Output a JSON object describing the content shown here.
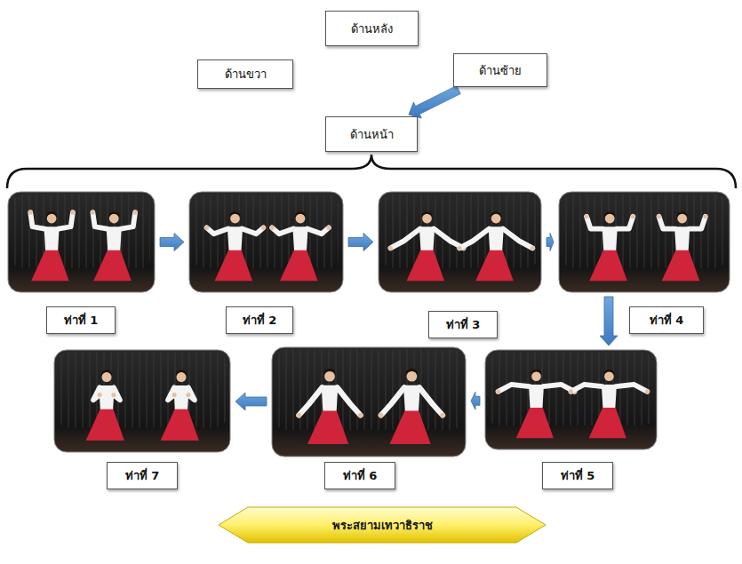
{
  "diagram": {
    "nodes": [
      {
        "text": [
          "ด้านหลัง"
        ]
      },
      {
        "text": [
          "ด้านขวา"
        ]
      },
      {
        "text": [
          "ด้านซ้าย"
        ]
      },
      {
        "text": [
          "ด้านหน้า"
        ]
      },
      {
        "text": [
          "ท่าที่ 1"
        ]
      },
      {
        "text": [
          "ท่าที่ 2"
        ]
      },
      {
        "text": [
          "ท่าที่ 3"
        ]
      },
      {
        "text": [
          "ท่าที่ 4"
        ]
      },
      {
        "text": [
          "ท่าที่ 5"
        ]
      },
      {
        "text": [
          "ท่าที่ 6"
        ]
      },
      {
        "text": [
          "ท่าที่ 7"
        ]
      },
      {
        "text": [
          "พระสยามเทวาธิราช"
        ]
      }
    ],
    "edges": [
      {
        "from": 2,
        "to": 3,
        "arrow": "to"
      },
      {
        "from": 4,
        "to": 5,
        "arrow": "to"
      },
      {
        "from": 5,
        "to": 6,
        "arrow": "to"
      },
      {
        "from": 6,
        "to": 7,
        "arrow": "to"
      },
      {
        "from": 7,
        "to": 8,
        "arrow": "to"
      },
      {
        "from": 8,
        "to": 9,
        "arrow": "to"
      },
      {
        "from": 9,
        "to": 10,
        "arrow": "to"
      }
    ]
  }
}
